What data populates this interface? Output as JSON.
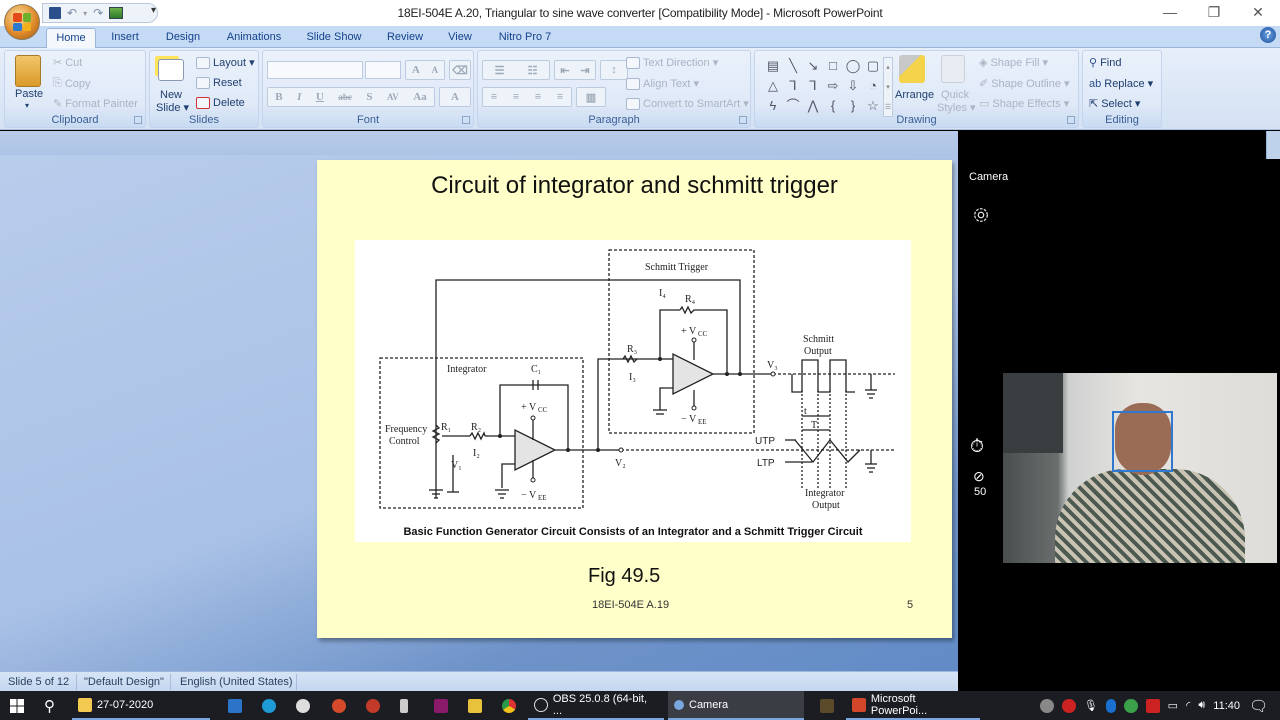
{
  "window": {
    "title": "18EI-504E A.20, Triangular to sine wave converter [Compatibility Mode] - Microsoft PowerPoint",
    "controls": {
      "minimize": "—",
      "restore": "❐",
      "close": "✕"
    }
  },
  "quick_access": {
    "items": [
      "save-icon",
      "undo-icon",
      "redo-icon",
      "insert-picture-icon"
    ],
    "customize": "▾"
  },
  "tabs": [
    {
      "label": "Home",
      "active": true
    },
    {
      "label": "Insert"
    },
    {
      "label": "Design"
    },
    {
      "label": "Animations"
    },
    {
      "label": "Slide Show"
    },
    {
      "label": "Review"
    },
    {
      "label": "View"
    },
    {
      "label": "Nitro Pro 7"
    }
  ],
  "help": "?",
  "ribbon": {
    "clipboard": {
      "label": "Clipboard",
      "paste": "Paste",
      "cut": "Cut",
      "copy": "Copy",
      "format_painter": "Format Painter"
    },
    "slides": {
      "label": "Slides",
      "new_slide": "New",
      "new_slide2": "Slide ▾",
      "layout": "Layout ▾",
      "reset": "Reset",
      "delete": "Delete"
    },
    "font": {
      "label": "Font",
      "font_name": "",
      "font_size": "",
      "grow": "A",
      "shrink": "A",
      "clear": "",
      "bold": "B",
      "italic": "I",
      "underline": "U",
      "strike": "abc",
      "shadow": "S",
      "spacing": "AV",
      "case": "Aa",
      "color": "A"
    },
    "paragraph": {
      "label": "Paragraph",
      "text_direction": "Text Direction ▾",
      "align_text": "Align Text ▾",
      "convert_smartart": "Convert to SmartArt ▾"
    },
    "drawing": {
      "label": "Drawing",
      "shapes": [
        "▤",
        "╲",
        "↘",
        "□",
        "◯",
        "▢",
        "△",
        "⅂",
        "⅂",
        "⇨",
        "⇩",
        "◔",
        "ϟ",
        "⌒",
        "⋀",
        "{",
        "}",
        "☆"
      ],
      "arrange": "Arrange",
      "quick_styles": "Quick",
      "quick_styles2": "Styles ▾",
      "shape_fill": "Shape Fill ▾",
      "shape_outline": "Shape Outline ▾",
      "shape_effects": "Shape Effects ▾"
    },
    "editing": {
      "label": "Editing",
      "find": "Find",
      "replace": "Replace ▾",
      "select": "Select ▾"
    }
  },
  "slide": {
    "title": "Circuit of integrator and schmitt trigger",
    "figure": {
      "caption": "Basic Function Generator Circuit Consists of an Integrator and a Schmitt Trigger Circuit",
      "labels": {
        "schmitt_trigger": "Schmitt Trigger",
        "integrator": "Integrator",
        "frequency": "Frequency",
        "control": "Control",
        "r1": "R₁",
        "r2": "R₂",
        "r3": "R₃",
        "r4": "R₄",
        "i2": "I₂",
        "i3": "I₃",
        "i4": "I₄",
        "c1": "C₁",
        "vcc1": "+ V",
        "vcc_sub": "CC",
        "vee1": "− V",
        "vee_sub": "EE",
        "v1": "V₁",
        "v2": "V₂",
        "v3": "V₃",
        "schmitt_out1": "Schmitt",
        "schmitt_out2": "Output",
        "integ_out1": "Integrator",
        "integ_out2": "Output",
        "utp": "UTP",
        "ltp": "LTP",
        "t_small": "t",
        "t_big": "T"
      }
    },
    "fig_label": "Fig 49.5",
    "footer": "18EI-504E A.19",
    "number": "5"
  },
  "statusbar": {
    "slide": "Slide 5 of 12",
    "design": "\"Default Design\"",
    "language": "English (United States)"
  },
  "camera": {
    "title": "Camera",
    "timer_value": "50"
  },
  "taskbar": {
    "folder": "27-07-2020",
    "obs": "OBS 25.0.8 (64-bit, ...",
    "camera": "Camera",
    "powerpoint": "Microsoft PowerPoi...",
    "time": "11:40"
  }
}
